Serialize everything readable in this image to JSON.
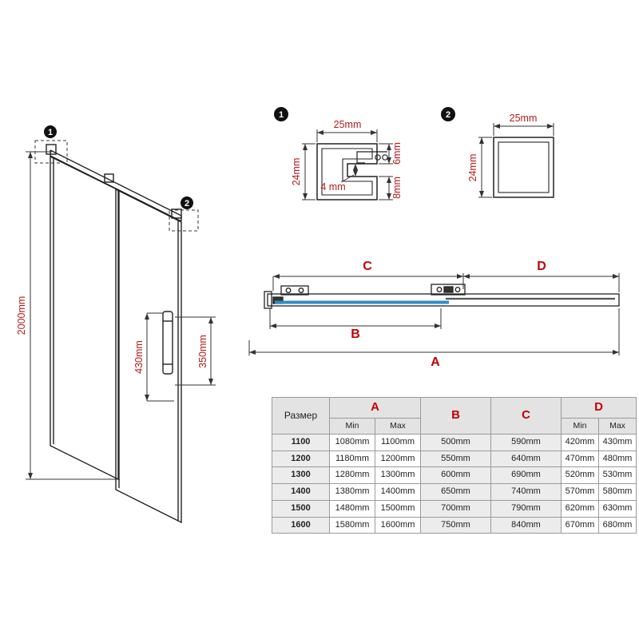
{
  "colors": {
    "dimension_text": "#b51a1a",
    "accent_letter": "#c00000",
    "drawing_line": "#222222",
    "glass_blue": "#2d8ec7",
    "table_border": "#9a9a9a",
    "header_bg": "#e3e3e3"
  },
  "front_view": {
    "marker1": "1",
    "marker2": "2",
    "height": "2000mm",
    "handle_dim_left": "430mm",
    "handle_dim_right": "350mm"
  },
  "detail1": {
    "marker": "1",
    "width": "25mm",
    "height": "24mm",
    "slot": "4 mm",
    "top_wall": "6mm",
    "bottom_wall": "8mm"
  },
  "detail2": {
    "marker": "2",
    "width": "25mm",
    "height": "24mm"
  },
  "top_view": {
    "dim_c": "C",
    "dim_d": "D",
    "dim_b": "B",
    "dim_a": "A"
  },
  "table": {
    "size_header": "Размер",
    "col_a": "A",
    "col_b": "B",
    "col_c": "C",
    "col_d": "D",
    "min": "Min",
    "max": "Max",
    "rows": [
      {
        "size": "1100",
        "a_min": "1080mm",
        "a_max": "1100mm",
        "b": "500mm",
        "c": "590mm",
        "d_min": "420mm",
        "d_max": "430mm"
      },
      {
        "size": "1200",
        "a_min": "1180mm",
        "a_max": "1200mm",
        "b": "550mm",
        "c": "640mm",
        "d_min": "470mm",
        "d_max": "480mm"
      },
      {
        "size": "1300",
        "a_min": "1280mm",
        "a_max": "1300mm",
        "b": "600mm",
        "c": "690mm",
        "d_min": "520mm",
        "d_max": "530mm"
      },
      {
        "size": "1400",
        "a_min": "1380mm",
        "a_max": "1400mm",
        "b": "650mm",
        "c": "740mm",
        "d_min": "570mm",
        "d_max": "580mm"
      },
      {
        "size": "1500",
        "a_min": "1480mm",
        "a_max": "1500mm",
        "b": "700mm",
        "c": "790mm",
        "d_min": "620mm",
        "d_max": "630mm"
      },
      {
        "size": "1600",
        "a_min": "1580mm",
        "a_max": "1600mm",
        "b": "750mm",
        "c": "840mm",
        "d_min": "670mm",
        "d_max": "680mm"
      }
    ]
  }
}
